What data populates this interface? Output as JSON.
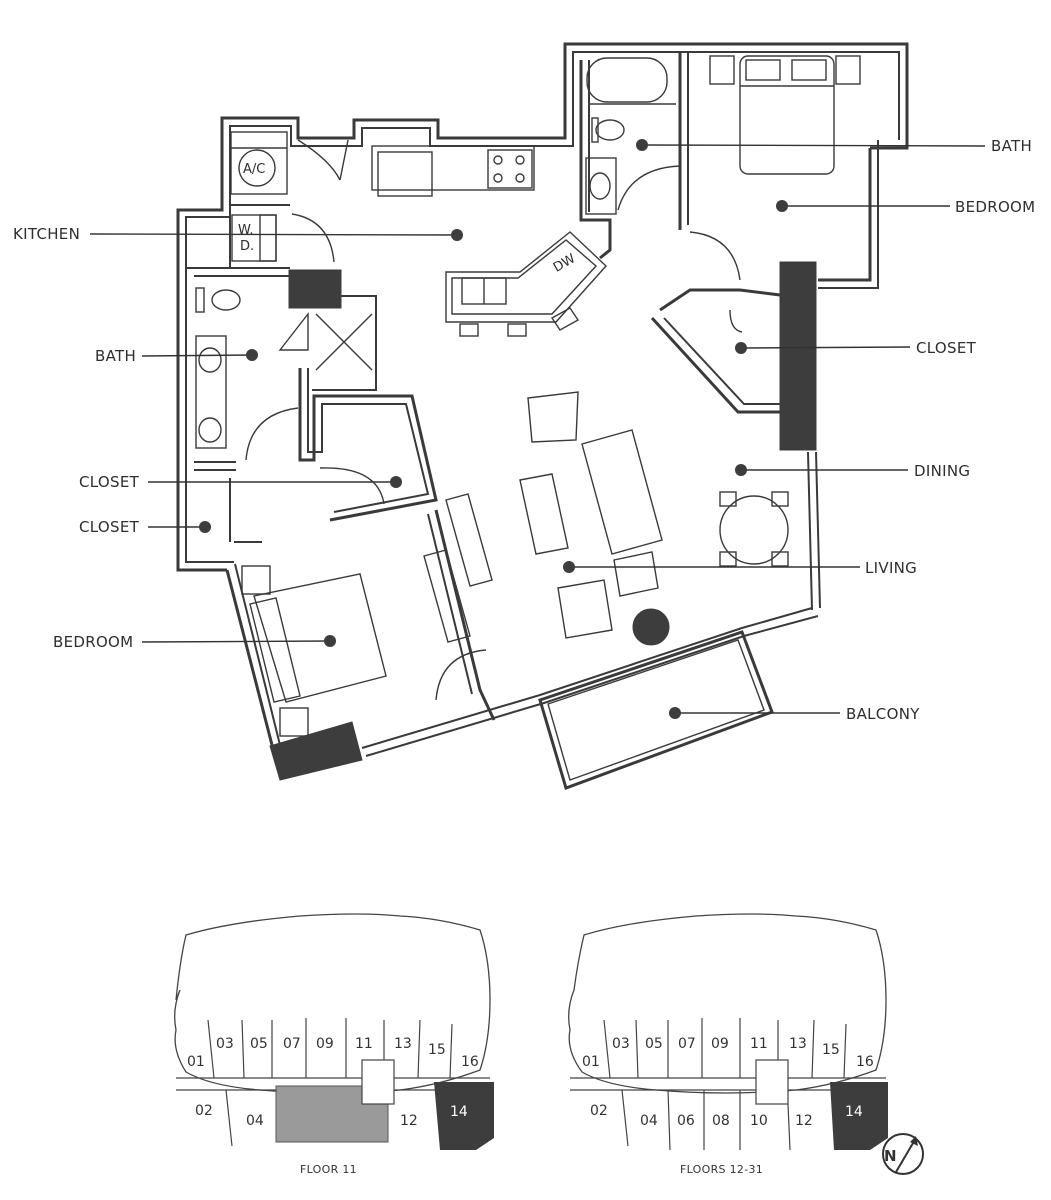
{
  "labels": {
    "kitchen": "KITCHEN",
    "bath_left": "BATH",
    "closet_left_1": "CLOSET",
    "closet_left_2": "CLOSET",
    "bedroom_left": "BEDROOM",
    "bath_right": "BATH",
    "bedroom_right": "BEDROOM",
    "closet_right": "CLOSET",
    "dining": "DINING",
    "living": "LIVING",
    "balcony": "BALCONY"
  },
  "fixtures": {
    "ac": "A/C",
    "washer": "W.",
    "dryer": "D.",
    "dishwasher": "DW"
  },
  "keyplans": [
    {
      "caption": "FLOOR 11",
      "units_top": [
        "01",
        "03",
        "05",
        "07",
        "09",
        "11",
        "13",
        "15",
        "16"
      ],
      "units_bottom": [
        "02",
        "04",
        "12"
      ],
      "highlight": "14"
    },
    {
      "caption": "FLOORS 12-31",
      "units_top": [
        "01",
        "03",
        "05",
        "07",
        "09",
        "11",
        "13",
        "15",
        "16"
      ],
      "units_bottom": [
        "02",
        "04",
        "06",
        "08",
        "10",
        "12"
      ],
      "highlight": "14"
    }
  ],
  "compass": "N",
  "colors": {
    "wall": "#3a3a3a",
    "highlight_unit": "#3d3d3d",
    "shaded_area": "#9a9a9a"
  }
}
